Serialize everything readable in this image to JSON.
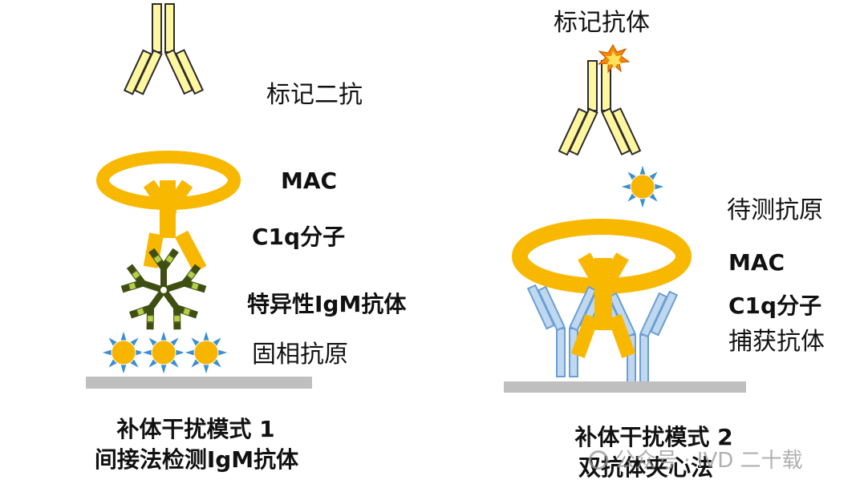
{
  "left": {
    "labels": {
      "secondary_antibody": "标记二抗",
      "mac": "MAC",
      "c1q": "C1q分子",
      "igm": "特异性IgM抗体",
      "antigen": "固相抗原"
    },
    "caption_line1": "补体干扰模式 1",
    "caption_line2": "间接法检测IgM抗体"
  },
  "right": {
    "labels": {
      "labeled_antibody": "标记抗体",
      "test_antigen": "待测抗原",
      "mac": "MAC",
      "c1q": "C1q分子",
      "capture_antibody": "捕获抗体"
    },
    "caption_line1": "补体干扰模式 2",
    "caption_line2": "双抗体夹心法"
  },
  "watermark": "公众号 · IVD 二十载",
  "colors": {
    "antibody_fill": "#fff6a0",
    "antibody_stroke": "#2b2b2b",
    "complement": "#f9b800",
    "antigen_core": "#f7b500",
    "antigen_spike": "#3a8fd0",
    "igm": "#3f4f12",
    "igm_light": "#b6d048",
    "capture_fill": "#bfd8f0",
    "capture_stroke": "#6a9fd2",
    "surface": "#bfbfbf",
    "label_star": "#f58a00"
  }
}
